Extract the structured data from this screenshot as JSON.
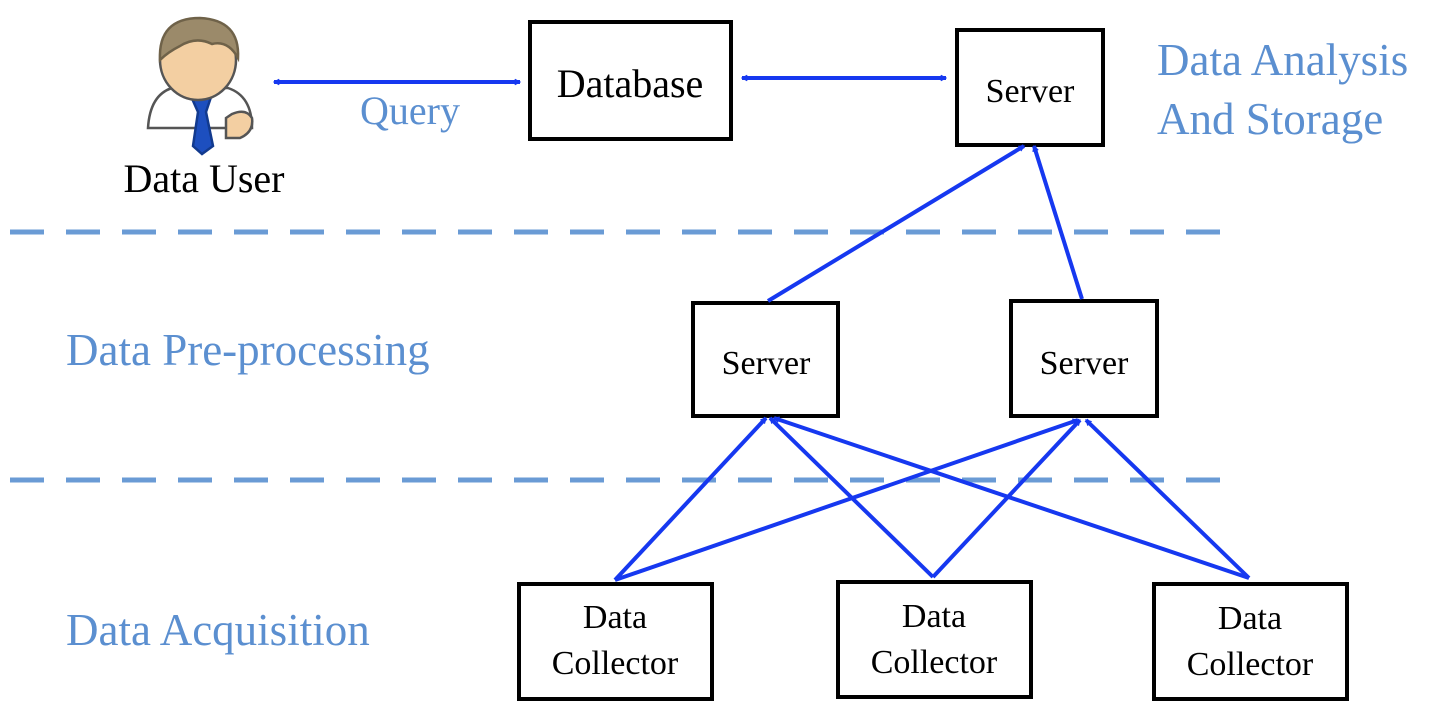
{
  "tiers": {
    "analysis_line1": "Data Analysis",
    "analysis_line2": "And Storage",
    "preprocessing": "Data Pre-processing",
    "acquisition": "Data Acquisition"
  },
  "user": {
    "label": "Data User",
    "icon": "user-icon"
  },
  "query_label": "Query",
  "database": {
    "label": "Database"
  },
  "server_top": {
    "label": "Server"
  },
  "server_mid_left": {
    "label": "Server"
  },
  "server_mid_right": {
    "label": "Server"
  },
  "collectors": [
    {
      "line1": "Data",
      "line2": "Collector"
    },
    {
      "line1": "Data",
      "line2": "Collector"
    },
    {
      "line1": "Data",
      "line2": "Collector"
    }
  ],
  "colors": {
    "arrow": "#1638f0",
    "tier_text": "#5b8fd0",
    "divider": "#6a9bd5"
  }
}
